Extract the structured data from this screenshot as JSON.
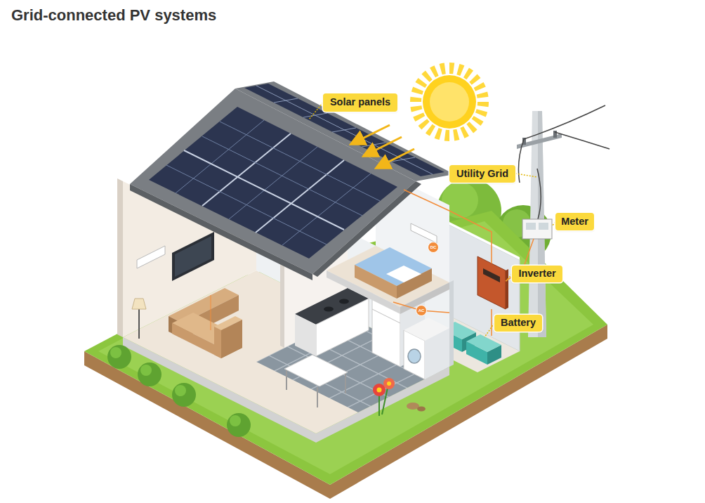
{
  "diagram": {
    "title": "Grid-connected PV systems",
    "nodes": [
      {
        "text": [
          "Solar panels"
        ]
      },
      {
        "text": [
          "Utility Grid"
        ]
      },
      {
        "text": [
          "Meter"
        ]
      },
      {
        "text": [
          "DC"
        ]
      },
      {
        "text": [
          "Inverter"
        ]
      },
      {
        "text": [
          "AC"
        ]
      },
      {
        "text": [
          "Battery"
        ]
      }
    ]
  }
}
